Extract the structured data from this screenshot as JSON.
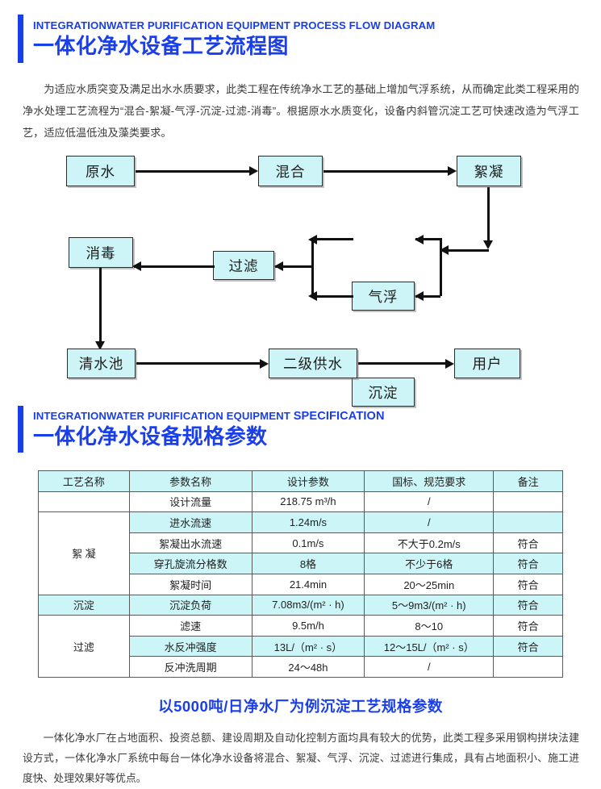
{
  "sections": {
    "flow": {
      "title_en_pre": "INTEGRATIONWATER PURIFICATION EQUIPMENT PROCESS FLOW DIAGRAM",
      "title_en_post": "",
      "title_cn": "一体化净水设备工艺流程图"
    },
    "spec": {
      "title_en_pre": "INTEGRATIONWATER PURIFICATION EQUIPMENT ",
      "title_en_post": "SPECIFICATION",
      "title_cn": "一体化净水设备规格参数"
    }
  },
  "paragraphs": {
    "top": "为适应水质突变及满足出水水质要求，此类工程在传统净水工艺的基础上增加气浮系统，从而确定此类工程采用的净水处理工艺流程为“混合-絮凝-气浮-沉淀-过滤-消毒”。根据原水水质变化，设备内斜管沉淀工艺可快速改造为气浮工艺，适应低温低浊及藻类要求。",
    "bottom": "一体化净水厂在占地面积、投资总额、建设周期及自动化控制方面均具有较大的优势，此类工程多采用钢构拼块法建设方式，一体化净水厂系统中每台一体化净水设备将混合、絮凝、气浮、沉淀、过滤进行集成，具有占地面积小、施工进度快、处理效果好等优点。"
  },
  "flow_diagram": {
    "nodes": {
      "raw_water": "原水",
      "mixing": "混合",
      "flocculation": "絮凝",
      "sedimentation": "沉淀",
      "air_flotation": "气浮",
      "filtration": "过滤",
      "disinfection": "消毒",
      "clear_water_tank": "清水池",
      "secondary_supply": "二级供水",
      "user": "用户"
    },
    "box_fill": "#CDF5F7",
    "line_color": "#111111"
  },
  "caption": "以5000吨/日净水厂为例沉淀工艺规格参数",
  "spec_table": {
    "headers": [
      "工艺名称",
      "参数名称",
      "设计参数",
      "国标、规范要求",
      "备注"
    ],
    "rows": [
      {
        "process": "",
        "param": "设计流量",
        "design": "218.75 m³/h",
        "standard": "/",
        "remark": "",
        "shaded": false
      },
      {
        "process": "絮 凝",
        "param": "进水流速",
        "design": "1.24m/s",
        "standard": "/",
        "remark": "",
        "shaded": true
      },
      {
        "process": "",
        "param": "絮凝出水流速",
        "design": "0.1m/s",
        "standard": "不大于0.2m/s",
        "remark": "符合",
        "shaded": false
      },
      {
        "process": "",
        "param": "穿孔旋流分格数",
        "design": "8格",
        "standard": "不少于6格",
        "remark": "符合",
        "shaded": true
      },
      {
        "process": "",
        "param": "絮凝时间",
        "design": "21.4min",
        "standard": "20～25min",
        "remark": "符合",
        "shaded": false
      },
      {
        "process": "沉淀",
        "param": "沉淀负荷",
        "design": "7.08m3/(m² · h)",
        "standard": "5～9m3/(m² · h)",
        "remark": "符合",
        "shaded": true
      },
      {
        "process": "过滤",
        "param": "滤速",
        "design": "9.5m/h",
        "standard": "8～10",
        "remark": "符合",
        "shaded": false
      },
      {
        "process": "",
        "param": "水反冲强度",
        "design": "13L/（m² · s）",
        "standard": "12～15L/（m² · s）",
        "remark": "符合",
        "shaded": true
      },
      {
        "process": "",
        "param": "反冲洗周期",
        "design": "24～48h",
        "standard": "/",
        "remark": "",
        "shaded": false
      }
    ]
  }
}
